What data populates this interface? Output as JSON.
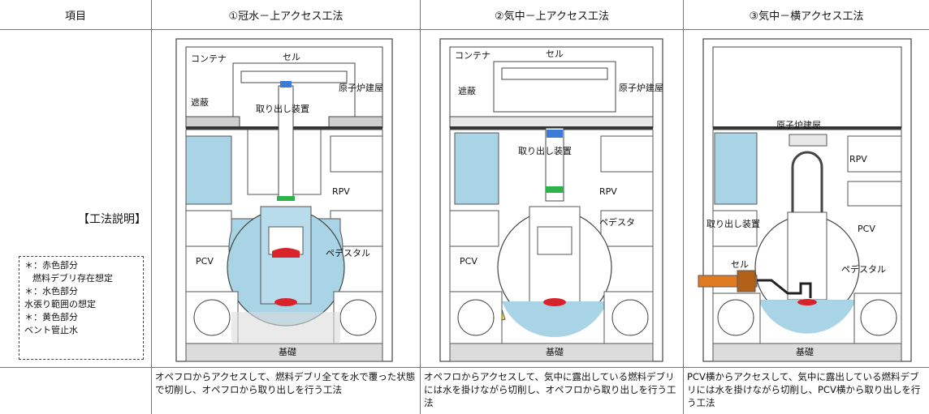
{
  "header": {
    "item_label": "項目",
    "col1": "①冠水－上アクセス工法",
    "col2": "②気中－上アクセス工法",
    "col3": "③気中－横アクセス工法"
  },
  "side": {
    "title": "【工法説明】",
    "legend": [
      "＊：赤色部分",
      "燃料デブリ存在想定",
      "＊：水色部分",
      "水張り範囲の想定",
      "＊：黄色部分",
      "ベント管止水"
    ]
  },
  "diagram1": {
    "container": "コンテナ",
    "cell": "セル",
    "shield": "遮蔽",
    "reactor_building": "原子炉建屋",
    "extractor": "取り出し装置",
    "rpv": "RPV",
    "pedestal": "ペデスタル",
    "pcv": "PCV",
    "foundation": "基礎"
  },
  "diagram2": {
    "container": "コンテナ",
    "cell": "セル",
    "shield": "遮蔽",
    "reactor_building": "原子炉建屋",
    "extractor": "取り出し装置",
    "rpv": "RPV",
    "pedestal": "ペデスタ",
    "pcv": "PCV",
    "foundation": "基礎"
  },
  "diagram3": {
    "reactor_building": "原子炉建屋",
    "rpv": "RPV",
    "extractor": "取り出し装置",
    "pcv": "PCV",
    "cell": "セル",
    "pedestal": "ペデスタル",
    "foundation": "基礎"
  },
  "descriptions": {
    "col1": "オペフロからアクセスして、燃料デブリ全てを水で覆った状態で切削し、オペフロから取り出しを行う工法",
    "col2": "オペフロからアクセスして、気中に露出している燃料デブリには水を掛けながら切削し、オペフロから取り出しを行う工法",
    "col3": "PCV横からアクセスして、気中に露出している燃料デブリには水を掛けながら切削し、PCV横から取り出しを行う工法"
  },
  "colors": {
    "water": "#a9d4e6",
    "debris": "#d8232a",
    "vent_seal": "#f2e52a",
    "cell_orange": "#e07b22",
    "concrete": "#dcdcdc",
    "blue_part": "#3a7bd5",
    "green_part": "#2db34a"
  }
}
